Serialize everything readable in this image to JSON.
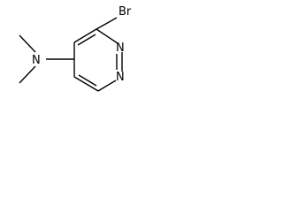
{
  "molecule": {
    "atoms": {
      "bromine": "Br",
      "amine_nitrogen": "N",
      "ring_nitrogen_1": "N",
      "ring_nitrogen_2": "N"
    },
    "bond_color": "#000000",
    "label_color": "#000000",
    "background": "#ffffff"
  }
}
